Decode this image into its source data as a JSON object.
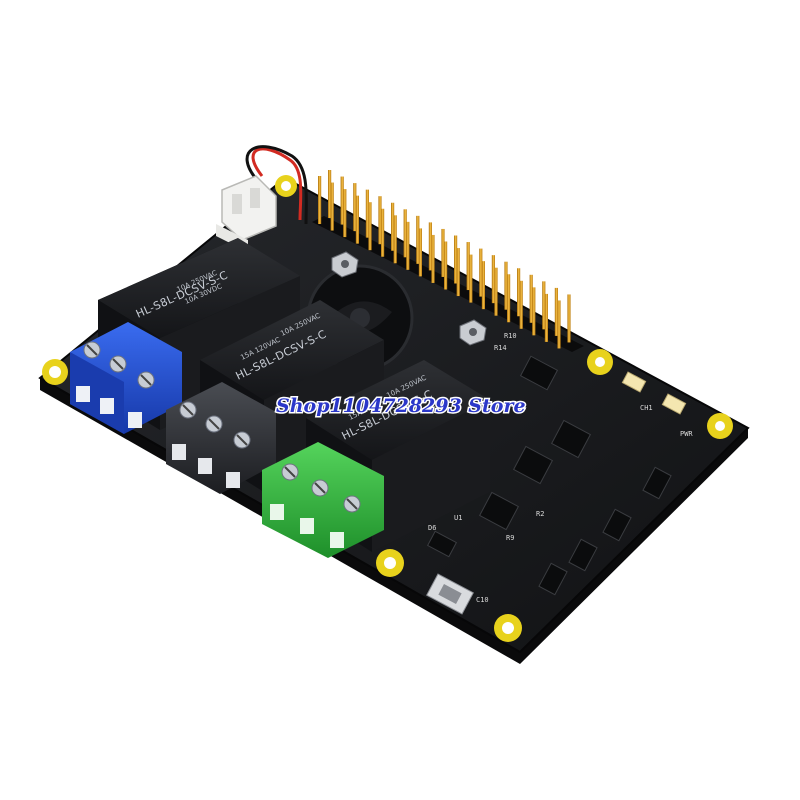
{
  "watermark": "Shop1104728293 Store",
  "relay_model": "HL-S8L-DCSV-S-C",
  "relay_rating_1": "10A 250VAC",
  "relay_rating_2": "10A 30VDC",
  "relay_rating_3": "15A 120VAC",
  "relay_rating_4": "10A 250VAC",
  "silkscreen": {
    "d6": "D6",
    "c10": "C10",
    "u1": "U1",
    "r14": "R14",
    "r10": "R10",
    "r9": "R9",
    "r2": "R2",
    "led_a": "CH1",
    "led_b": "PWR"
  },
  "colors": {
    "pcb": "#17181a",
    "terminal_blue": "#1f4fd0",
    "terminal_black": "#2a2c30",
    "terminal_green": "#2fb53a",
    "header_pins": "#e3a21a",
    "mount_pad": "#e8d21c"
  }
}
